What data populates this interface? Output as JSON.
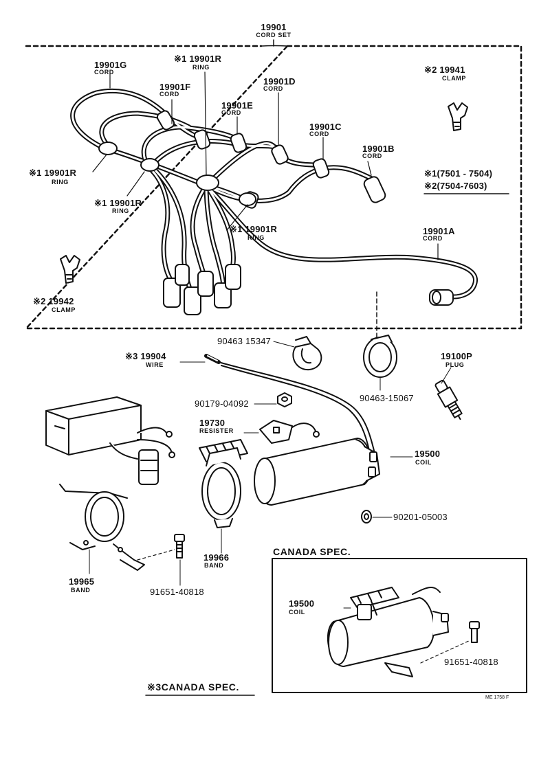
{
  "cord_set": {
    "number": "19901",
    "name": "CORD SET"
  },
  "cords": [
    {
      "number": "19901G",
      "name": "CORD"
    },
    {
      "number": "19901F",
      "name": "CORD"
    },
    {
      "number": "19901E",
      "name": "CORD"
    },
    {
      "number": "19901D",
      "name": "CORD"
    },
    {
      "number": "19901C",
      "name": "CORD"
    },
    {
      "number": "19901B",
      "name": "CORD"
    },
    {
      "number": "19901A",
      "name": "CORD"
    }
  ],
  "rings": [
    {
      "mark": "※1",
      "number": "19901R",
      "name": "RING"
    },
    {
      "mark": "※1",
      "number": "19901R",
      "name": "RING"
    },
    {
      "mark": "※1",
      "number": "19901R",
      "name": "RING"
    },
    {
      "mark": "※1",
      "number": "19901R",
      "name": "RING"
    }
  ],
  "clamps": [
    {
      "mark": "※2",
      "number": "19941",
      "name": "CLAMP"
    },
    {
      "mark": "※2",
      "number": "19942",
      "name": "CLAMP"
    }
  ],
  "legend": [
    {
      "mark": "※1",
      "range": "(7501 - 7504)"
    },
    {
      "mark": "※2",
      "range": "(7504-7603)"
    }
  ],
  "parts": {
    "clip_a": "90463 15347",
    "clip_b": "90463-15067",
    "wire": {
      "mark": "※3",
      "number": "19904",
      "name": "WIRE"
    },
    "plug": {
      "number": "19100P",
      "name": "PLUG"
    },
    "nut": "90179-04092",
    "resister": {
      "number": "19730",
      "name": "RESISTER"
    },
    "coil": {
      "number": "19500",
      "name": "COIL"
    },
    "washer": "90201-05003",
    "band_a": {
      "number": "19966",
      "name": "BAND"
    },
    "band_b": {
      "number": "19965",
      "name": "BAND"
    },
    "bolt": "91651-40818"
  },
  "canada": {
    "heading": "CANADA SPEC.",
    "coil": {
      "number": "19500",
      "name": "COIL"
    },
    "bolt": "91651-40818"
  },
  "footnote": {
    "mark": "※3",
    "text": "CANADA SPEC."
  },
  "ref_code": "ME 1758 F"
}
